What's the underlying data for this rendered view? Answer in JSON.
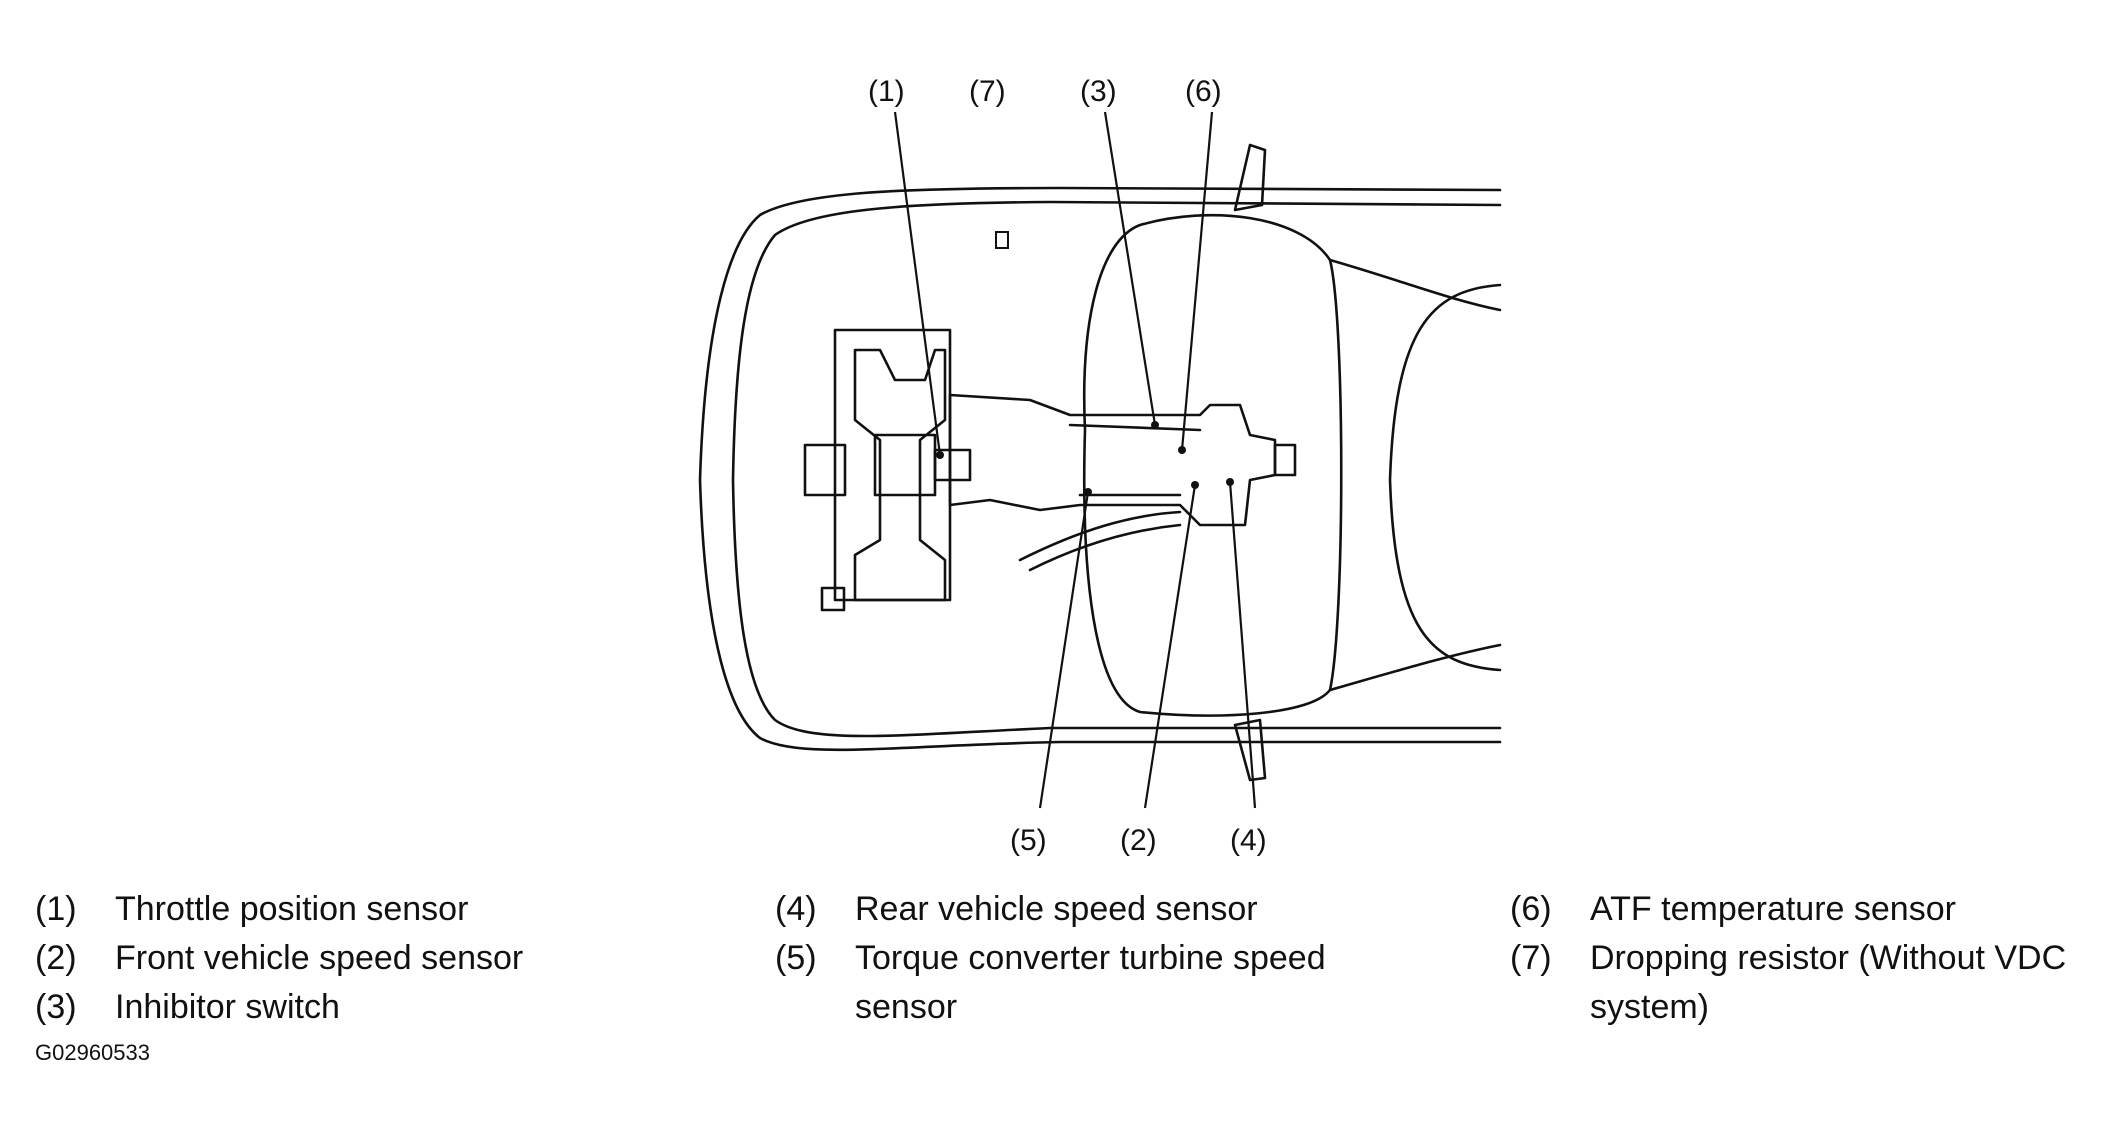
{
  "callouts": [
    "(1)",
    "(7)",
    "(3)",
    "(6)",
    "(5)",
    "(2)",
    "(4)"
  ],
  "legend": {
    "col1": [
      {
        "num": "(1)",
        "text": "Throttle position sensor"
      },
      {
        "num": "(2)",
        "text": "Front vehicle speed sensor"
      },
      {
        "num": "(3)",
        "text": "Inhibitor switch"
      }
    ],
    "col2": [
      {
        "num": "(4)",
        "text": "Rear vehicle speed sensor"
      },
      {
        "num": "(5)",
        "text": "Torque converter turbine speed sensor"
      }
    ],
    "col3": [
      {
        "num": "(6)",
        "text": "ATF temperature sensor"
      },
      {
        "num": "(7)",
        "text": "Dropping resistor (Without VDC system)"
      }
    ]
  },
  "figure_code": "G02960533"
}
